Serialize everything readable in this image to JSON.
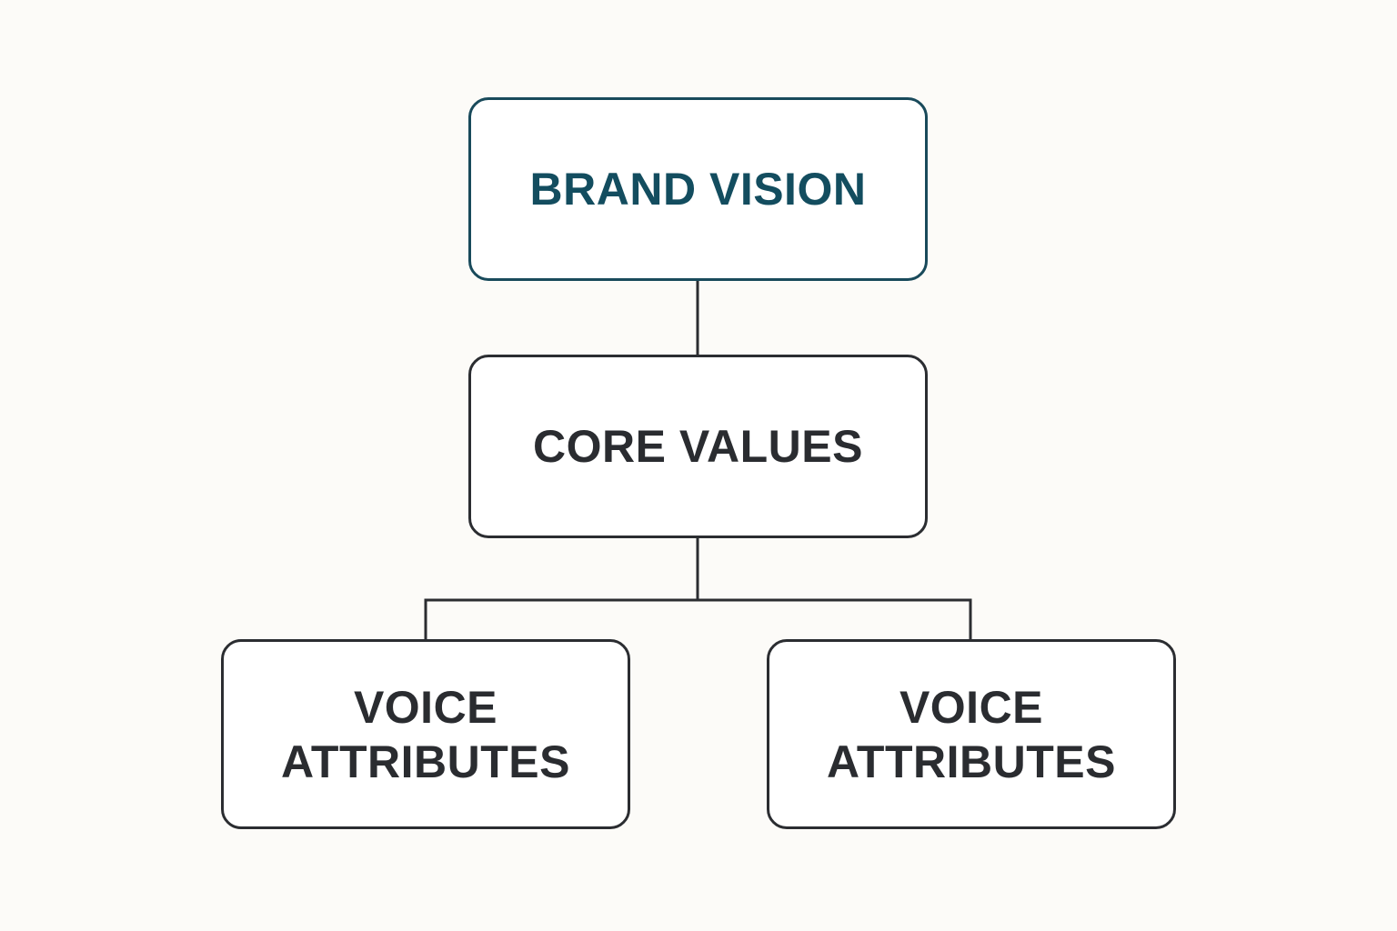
{
  "colors": {
    "background": "#fcfbf8",
    "node_fill": "#ffffff",
    "node_border": "#2b2d31",
    "vision_border": "#194a5b",
    "vision_text": "#134d5f",
    "text": "#2a2c30",
    "connector": "#2b2d31"
  },
  "nodes": {
    "vision": "BRAND VISION",
    "values": "CORE VALUES",
    "voice_left": "VOICE\nATTRIBUTES",
    "voice_right": "VOICE\nATTRIBUTES"
  },
  "edges": [
    {
      "from": "vision",
      "to": "values"
    },
    {
      "from": "values",
      "to": "voice_left"
    },
    {
      "from": "values",
      "to": "voice_right"
    }
  ]
}
